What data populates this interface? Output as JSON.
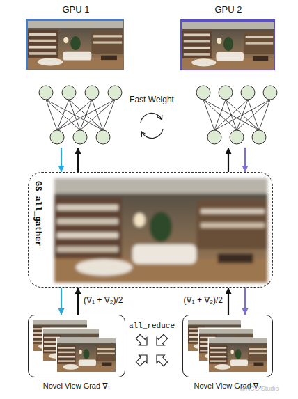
{
  "diagram": {
    "nodes": [
      {
        "text": [
          "GPU 1"
        ]
      },
      {
        "text": [
          "GPU 2"
        ]
      },
      {
        "text": [
          "GS all_gather"
        ]
      },
      {
        "text": [
          "Novel View Grad ∇₁"
        ]
      },
      {
        "text": [
          "Novel View Grad ∇₂"
        ]
      }
    ],
    "edges": [
      {
        "from": 0,
        "to": 2,
        "arrow": "to"
      },
      {
        "from": 2,
        "to": 0,
        "arrow": "to"
      },
      {
        "from": 2,
        "to": 1,
        "arrow": "to"
      },
      {
        "from": 1,
        "to": 2,
        "arrow": "to"
      },
      {
        "from": 2,
        "to": 3,
        "arrow": "to"
      },
      {
        "from": 3,
        "to": 2,
        "label": "(∇₁ + ∇₂)/2",
        "arrow": "to"
      },
      {
        "from": 4,
        "to": 2,
        "label": "(∇₁ + ∇₂)/2",
        "arrow": "to"
      },
      {
        "from": 2,
        "to": 4,
        "arrow": "to"
      }
    ],
    "labels": [
      "Fast Weight",
      "all_reduce",
      "@NCC Studio"
    ]
  }
}
